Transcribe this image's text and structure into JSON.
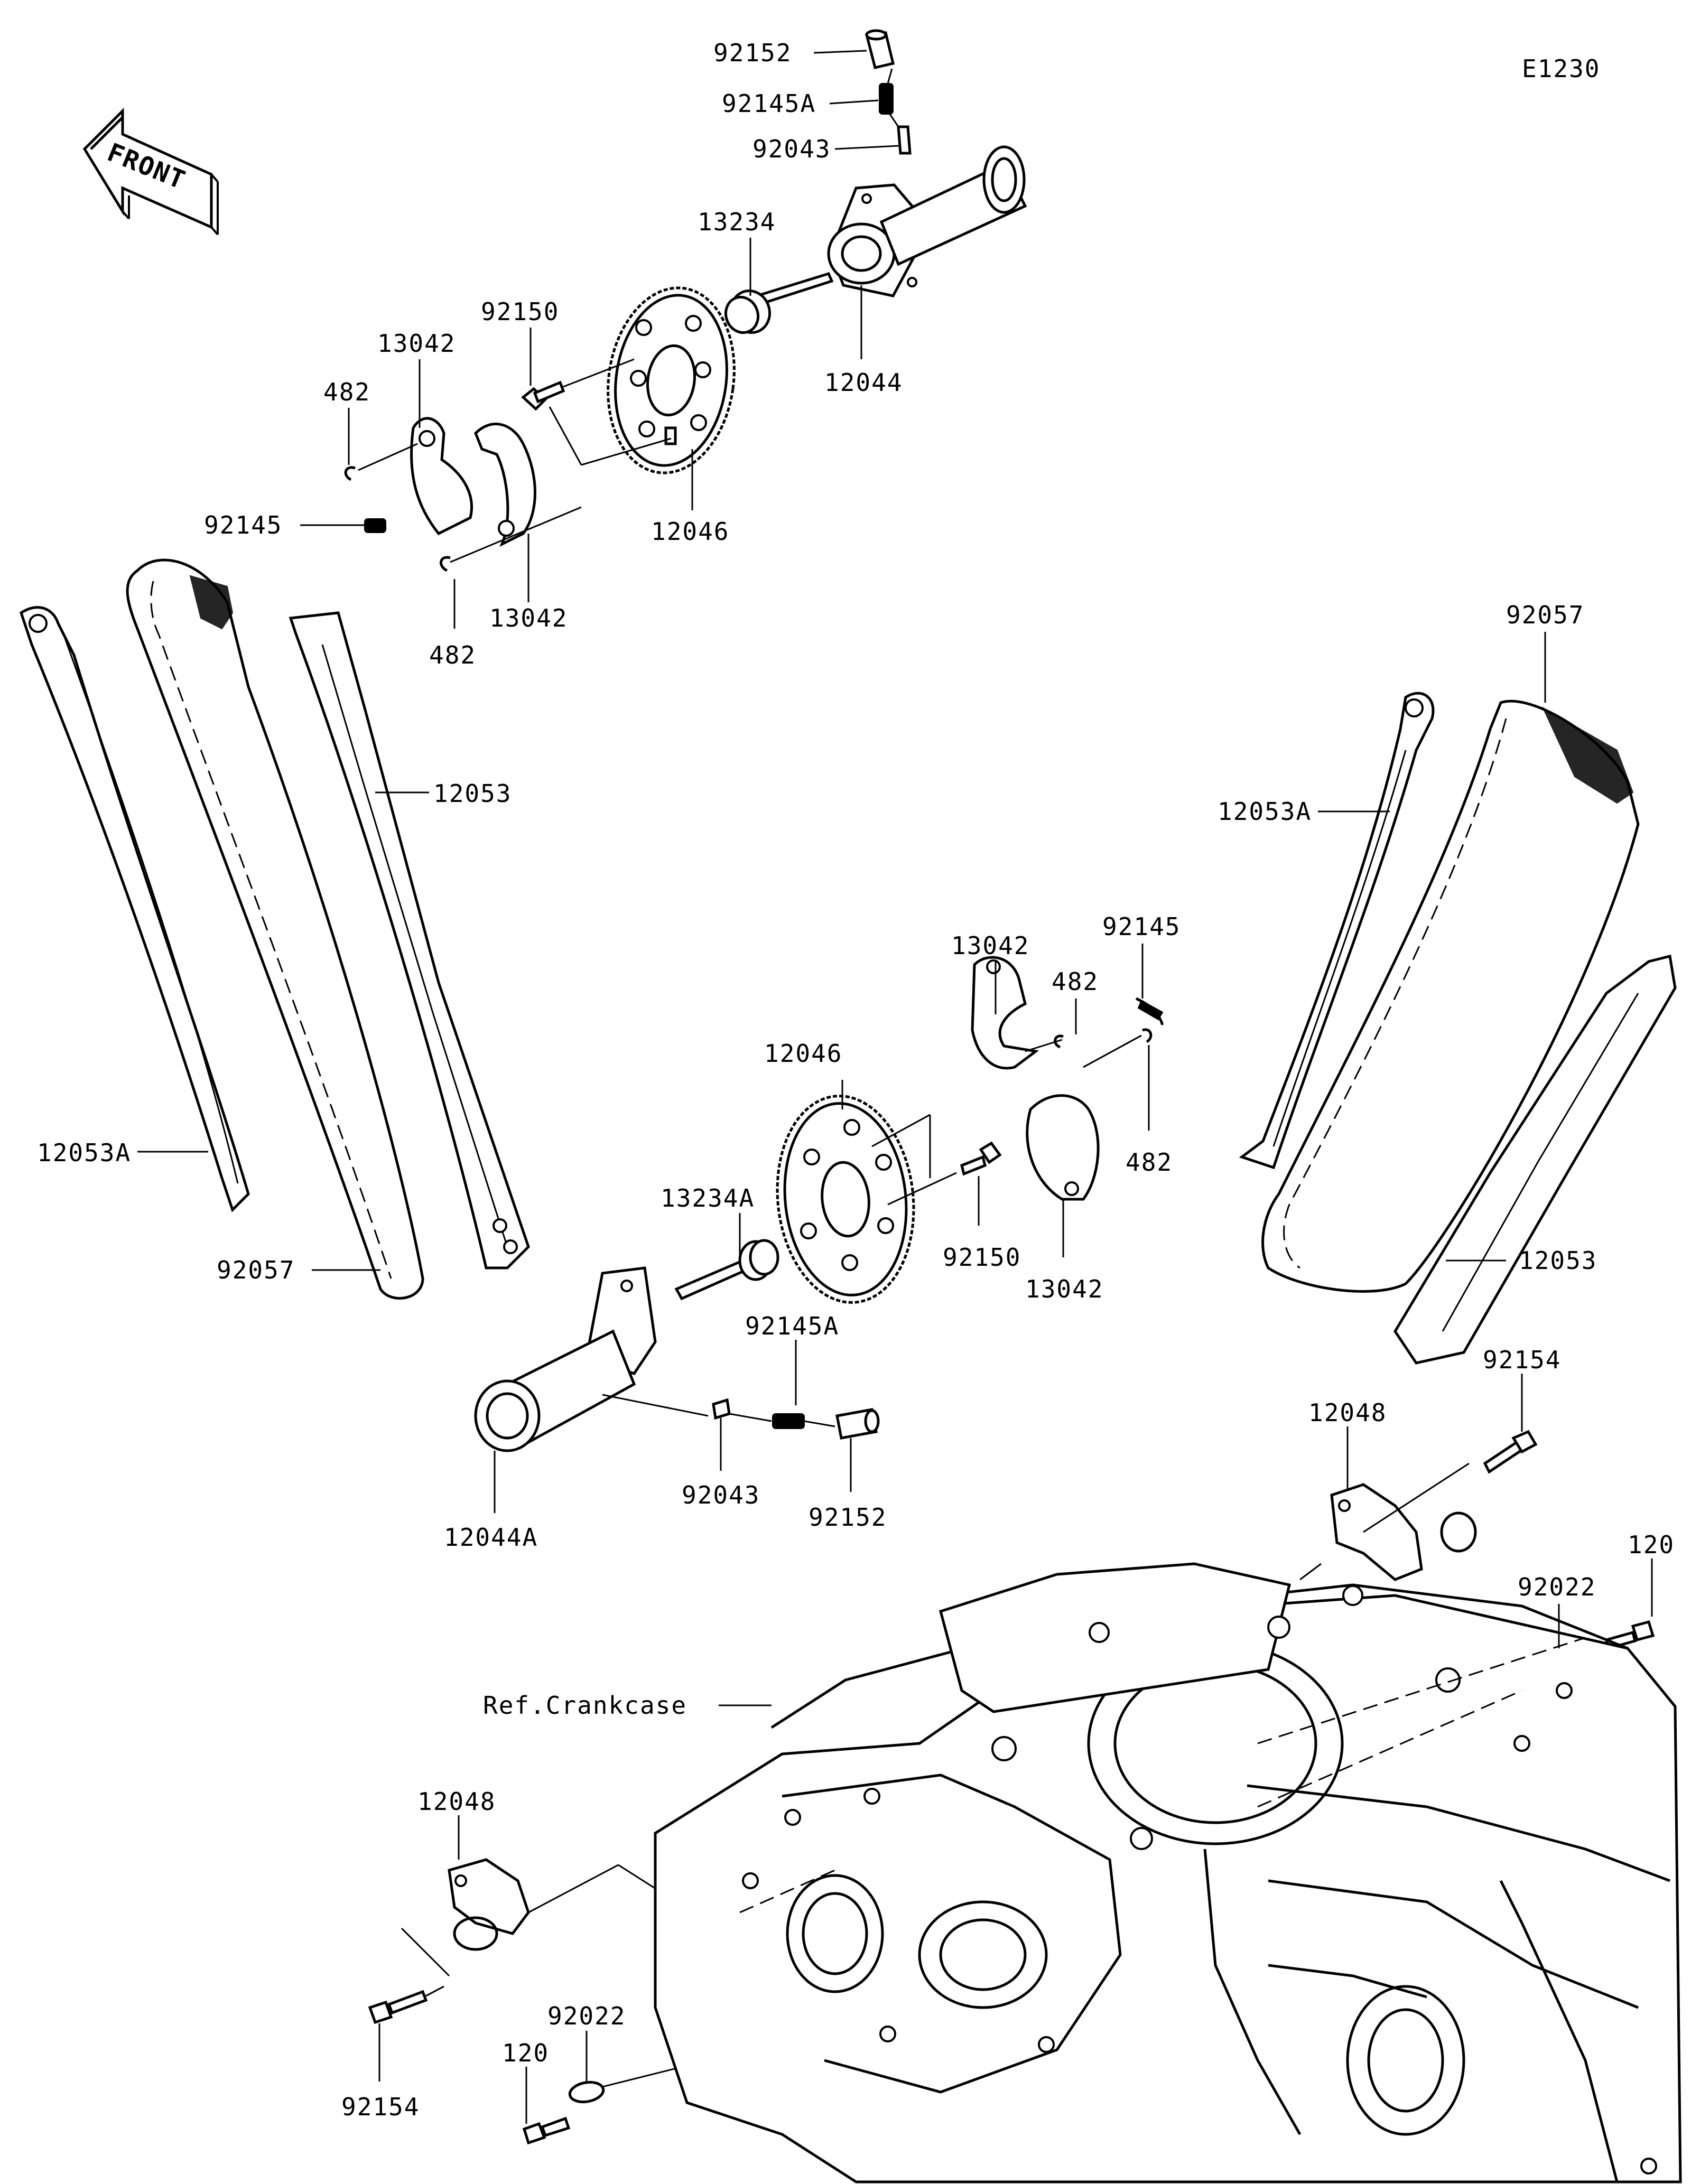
{
  "diagram_code": "E1230",
  "front_label": "FRONT",
  "reference_label": "Ref.Crankcase",
  "callouts": {
    "p92152_top": "92152",
    "p92145A_top": "92145A",
    "p92043_top": "92043",
    "p13234": "13234",
    "p12044": "12044",
    "p92150_top": "92150",
    "p13042_top_a": "13042",
    "p482_top_a": "482",
    "p92145_top": "92145",
    "p12046_top": "12046",
    "p13042_top_b": "13042",
    "p482_top_b": "482",
    "p12053_left": "12053",
    "p12053A_left": "12053A",
    "p92057_left": "92057",
    "p92057_right": "92057",
    "p12053A_right": "12053A",
    "p92145_mid": "92145",
    "p13042_mid_a": "13042",
    "p482_mid_a": "482",
    "p12046_mid": "12046",
    "p482_mid_b": "482",
    "p13234A": "13234A",
    "p92150_mid": "92150",
    "p13042_mid_b": "13042",
    "p12053_right": "12053",
    "p92145A_mid": "92145A",
    "p92043_mid": "92043",
    "p92152_mid": "92152",
    "p12044A": "12044A",
    "p92154_right": "92154",
    "p12048_right": "12048",
    "p120_right": "120",
    "p92022_right": "92022",
    "p12048_left": "12048",
    "p92022_left": "92022",
    "p120_left": "120",
    "p92154_left": "92154"
  }
}
